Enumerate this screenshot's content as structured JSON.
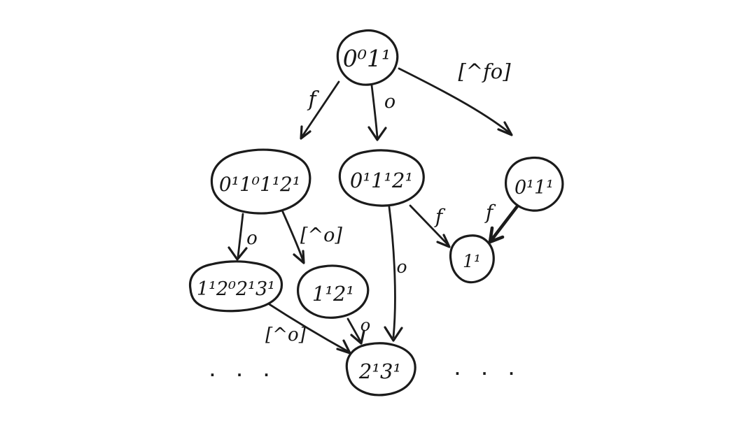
{
  "background_color": "#ffffff",
  "ink_color": "#1b1b1b",
  "diagram": {
    "type": "hand-drawn-state-graph",
    "nodes": [
      {
        "id": "root",
        "label": "0⁰1¹"
      },
      {
        "id": "left",
        "label": "0¹1⁰1¹2¹"
      },
      {
        "id": "mid",
        "label": "0¹1¹2¹"
      },
      {
        "id": "right",
        "label": "0¹1¹"
      },
      {
        "id": "lower-left",
        "label": "1¹2⁰2¹3¹"
      },
      {
        "id": "lower-mid",
        "label": "1¹2¹"
      },
      {
        "id": "small",
        "label": "1¹"
      },
      {
        "id": "bottom",
        "label": "2¹3¹"
      }
    ],
    "edges": [
      {
        "from": "root",
        "to": "left",
        "label": "f"
      },
      {
        "from": "root",
        "to": "mid",
        "label": "o"
      },
      {
        "from": "root",
        "to": "right",
        "label": "[^fo]"
      },
      {
        "from": "left",
        "to": "lower-left",
        "label": "o"
      },
      {
        "from": "left",
        "to": "lower-mid",
        "label": "[^o]"
      },
      {
        "from": "mid",
        "to": "small",
        "label": "f"
      },
      {
        "from": "right",
        "to": "small",
        "label": "f"
      },
      {
        "from": "mid",
        "to": "bottom",
        "label": "o"
      },
      {
        "from": "lower-left",
        "to": "bottom",
        "label": "[^o]"
      },
      {
        "from": "lower-mid",
        "to": "bottom",
        "label": "o"
      }
    ],
    "ellipsis_left": "· · ·",
    "ellipsis_right": "· · ·"
  }
}
